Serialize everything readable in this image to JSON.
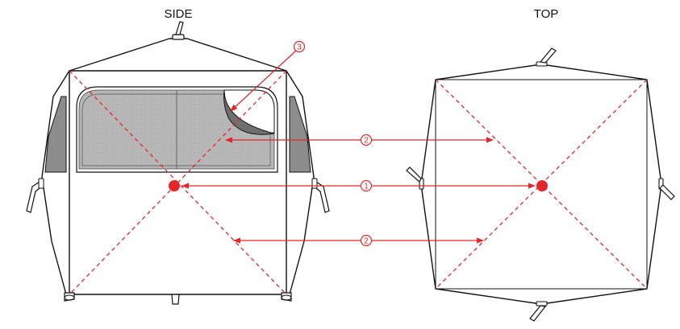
{
  "views": {
    "side": {
      "label": "SIDE"
    },
    "top": {
      "label": "TOP"
    }
  },
  "callouts": [
    {
      "number": "1"
    },
    {
      "number": "2"
    },
    {
      "number": "3"
    }
  ],
  "colors": {
    "accent_red": "#e5262a",
    "outline": "#111111",
    "window_fill": "#b3b3b3",
    "side_panel_fill": "#8c8c8c",
    "background": "#ffffff"
  }
}
